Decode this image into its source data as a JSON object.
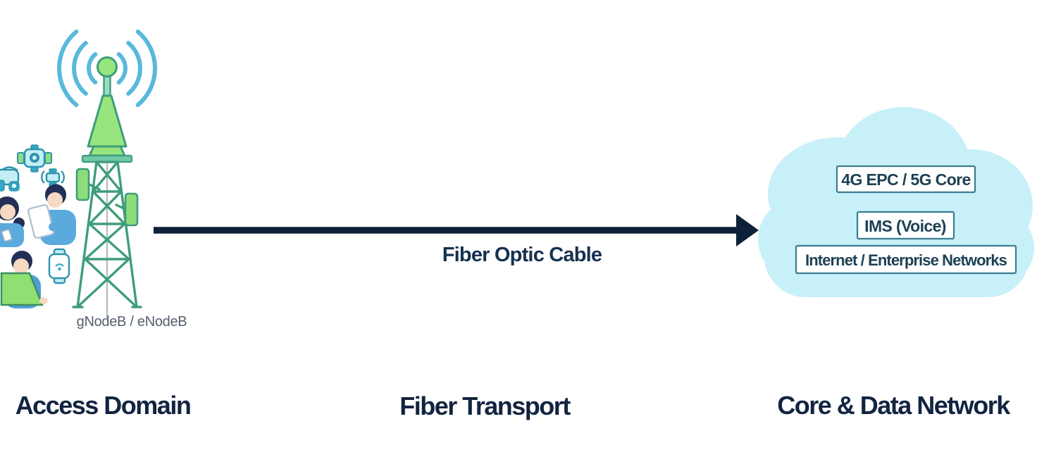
{
  "palette": {
    "navy": "#132440",
    "arrow": "#0d2138",
    "cable_label_color": "#16314f",
    "cloud": "#c7f0f8",
    "box_border": "#3c7b90",
    "box_text": "#1d4154",
    "tower_green": "#97e57f",
    "tower_stroke": "#3e9d7b",
    "wave_blue": "#58b9dc"
  },
  "access_domain": {
    "section_label": "Access Domain",
    "tower_label": "gNodeB / eNodeB"
  },
  "fiber_transport": {
    "section_label": "Fiber Transport",
    "cable_label": "Fiber Optic Cable"
  },
  "core_network": {
    "section_label": "Core & Data Network",
    "boxes": [
      {
        "label": "4G EPC / 5G Core"
      },
      {
        "label": "IMS (Voice)"
      },
      {
        "label": "Internet / Enterprise Networks"
      }
    ]
  }
}
